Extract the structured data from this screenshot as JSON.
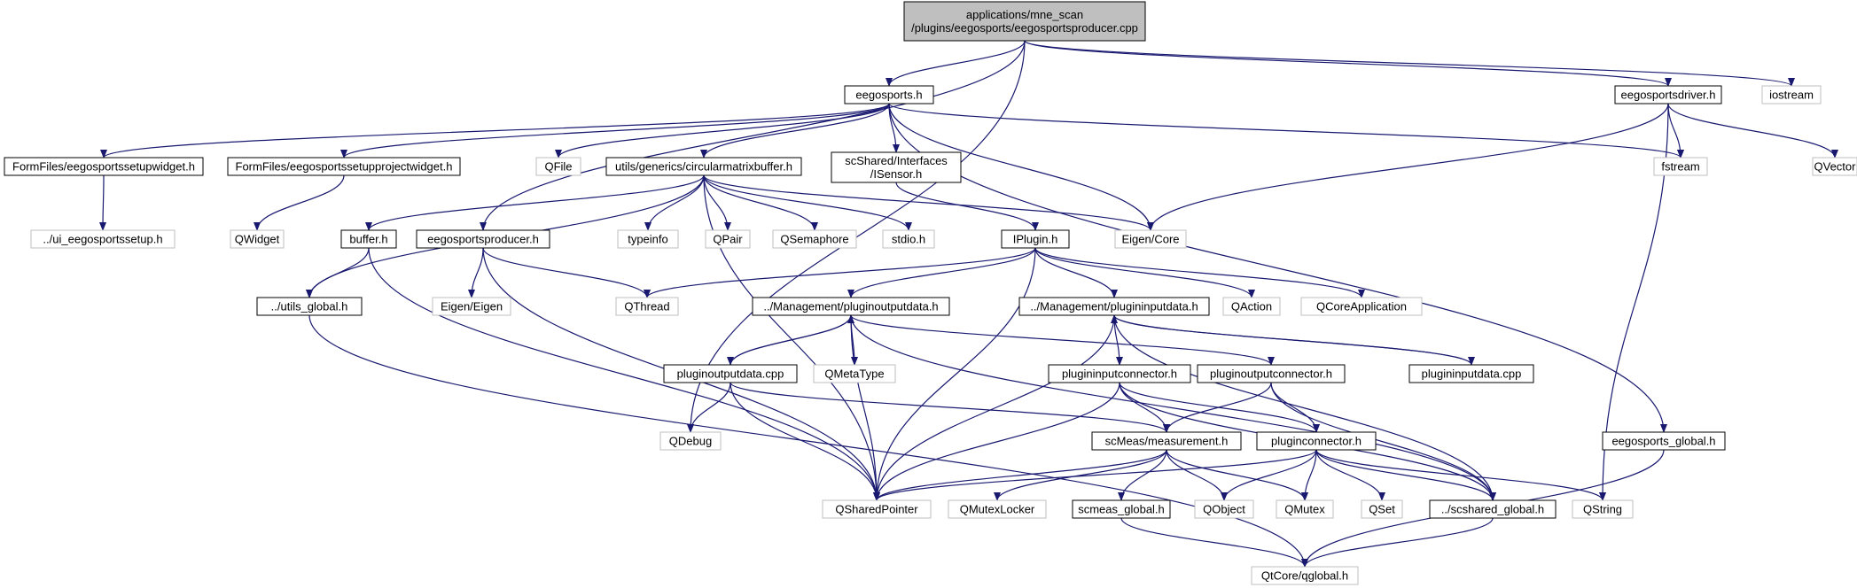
{
  "colors": {
    "edge": "#191970",
    "node_border_local": "#000000",
    "node_border_external": "#bfbfbf",
    "node_fill": "#ffffff",
    "root_fill": "#bfbfbf"
  },
  "nodes": [
    {
      "id": "root",
      "lines": [
        "applications/mne_scan",
        "/plugins/eegosports/eegosportsproducer.cpp"
      ],
      "kind": "root"
    },
    {
      "id": "eegosports_h",
      "lines": [
        "eegosports.h"
      ],
      "kind": "local"
    },
    {
      "id": "eegosportsdriver_h",
      "lines": [
        "eegosportsdriver.h"
      ],
      "kind": "local"
    },
    {
      "id": "iostream",
      "lines": [
        "iostream"
      ],
      "kind": "external"
    },
    {
      "id": "formfiles_setupwidget",
      "lines": [
        "FormFiles/eegosportssetupwidget.h"
      ],
      "kind": "local"
    },
    {
      "id": "formfiles_projectwidget",
      "lines": [
        "FormFiles/eegosportssetupprojectwidget.h"
      ],
      "kind": "local"
    },
    {
      "id": "qfile",
      "lines": [
        "QFile"
      ],
      "kind": "external"
    },
    {
      "id": "circularmatrixbuffer",
      "lines": [
        "utils/generics/circularmatrixbuffer.h"
      ],
      "kind": "local"
    },
    {
      "id": "isensor",
      "lines": [
        "scShared/Interfaces",
        "/ISensor.h"
      ],
      "kind": "local"
    },
    {
      "id": "fstream",
      "lines": [
        "fstream"
      ],
      "kind": "external"
    },
    {
      "id": "qvector",
      "lines": [
        "QVector"
      ],
      "kind": "external"
    },
    {
      "id": "ui_setup",
      "lines": [
        "../ui_eegosportssetup.h"
      ],
      "kind": "external"
    },
    {
      "id": "qwidget",
      "lines": [
        "QWidget"
      ],
      "kind": "external"
    },
    {
      "id": "buffer_h",
      "lines": [
        "buffer.h"
      ],
      "kind": "local"
    },
    {
      "id": "eegosportsproducer_h",
      "lines": [
        "eegosportsproducer.h"
      ],
      "kind": "local"
    },
    {
      "id": "typeinfo",
      "lines": [
        "typeinfo"
      ],
      "kind": "external"
    },
    {
      "id": "qpair",
      "lines": [
        "QPair"
      ],
      "kind": "external"
    },
    {
      "id": "qsemaphore",
      "lines": [
        "QSemaphore"
      ],
      "kind": "external"
    },
    {
      "id": "stdio_h",
      "lines": [
        "stdio.h"
      ],
      "kind": "external"
    },
    {
      "id": "iplugin_h",
      "lines": [
        "IPlugin.h"
      ],
      "kind": "local"
    },
    {
      "id": "eigen_core",
      "lines": [
        "Eigen/Core"
      ],
      "kind": "external"
    },
    {
      "id": "utils_global",
      "lines": [
        "../utils_global.h"
      ],
      "kind": "local"
    },
    {
      "id": "eigen_eigen",
      "lines": [
        "Eigen/Eigen"
      ],
      "kind": "external"
    },
    {
      "id": "qthread",
      "lines": [
        "QThread"
      ],
      "kind": "external"
    },
    {
      "id": "mgmt_pluginoutputdata",
      "lines": [
        "../Management/pluginoutputdata.h"
      ],
      "kind": "local"
    },
    {
      "id": "mgmt_plugininputdata",
      "lines": [
        "../Management/plugininputdata.h"
      ],
      "kind": "local"
    },
    {
      "id": "qaction",
      "lines": [
        "QAction"
      ],
      "kind": "external"
    },
    {
      "id": "qcoreapplication",
      "lines": [
        "QCoreApplication"
      ],
      "kind": "external"
    },
    {
      "id": "pluginoutputdata_cpp",
      "lines": [
        "pluginoutputdata.cpp"
      ],
      "kind": "local"
    },
    {
      "id": "qmetatype",
      "lines": [
        "QMetaType"
      ],
      "kind": "external"
    },
    {
      "id": "plugininputconnector_h",
      "lines": [
        "plugininputconnector.h"
      ],
      "kind": "local"
    },
    {
      "id": "pluginoutputconnector_h",
      "lines": [
        "pluginoutputconnector.h"
      ],
      "kind": "local"
    },
    {
      "id": "plugininputdata_cpp",
      "lines": [
        "plugininputdata.cpp"
      ],
      "kind": "local"
    },
    {
      "id": "qdebug",
      "lines": [
        "QDebug"
      ],
      "kind": "external"
    },
    {
      "id": "scmeas_measurement",
      "lines": [
        "scMeas/measurement.h"
      ],
      "kind": "local"
    },
    {
      "id": "pluginconnector_h",
      "lines": [
        "pluginconnector.h"
      ],
      "kind": "local"
    },
    {
      "id": "eegosports_global",
      "lines": [
        "eegosports_global.h"
      ],
      "kind": "local"
    },
    {
      "id": "qsharedpointer",
      "lines": [
        "QSharedPointer"
      ],
      "kind": "external"
    },
    {
      "id": "qmutexlocker",
      "lines": [
        "QMutexLocker"
      ],
      "kind": "external"
    },
    {
      "id": "scmeas_global",
      "lines": [
        "scmeas_global.h"
      ],
      "kind": "local"
    },
    {
      "id": "qobject",
      "lines": [
        "QObject"
      ],
      "kind": "external"
    },
    {
      "id": "qmutex",
      "lines": [
        "QMutex"
      ],
      "kind": "external"
    },
    {
      "id": "qset",
      "lines": [
        "QSet"
      ],
      "kind": "external"
    },
    {
      "id": "scshared_global",
      "lines": [
        "../scshared_global.h"
      ],
      "kind": "local"
    },
    {
      "id": "qstring",
      "lines": [
        "QString"
      ],
      "kind": "external"
    },
    {
      "id": "qtcore_qglobal",
      "lines": [
        "QtCore/qglobal.h"
      ],
      "kind": "external"
    }
  ],
  "edges": [
    [
      "root",
      "eegosports_h"
    ],
    [
      "root",
      "eegosportsdriver_h"
    ],
    [
      "root",
      "iostream"
    ],
    [
      "root",
      "eegosportsproducer_h"
    ],
    [
      "root",
      "qdebug"
    ],
    [
      "eegosports_h",
      "formfiles_setupwidget"
    ],
    [
      "eegosports_h",
      "formfiles_projectwidget"
    ],
    [
      "eegosports_h",
      "qfile"
    ],
    [
      "eegosports_h",
      "circularmatrixbuffer"
    ],
    [
      "eegosports_h",
      "isensor"
    ],
    [
      "eegosports_h",
      "fstream"
    ],
    [
      "eegosports_h",
      "eigen_core"
    ],
    [
      "eegosports_h",
      "eegosports_global"
    ],
    [
      "eegosportsdriver_h",
      "fstream"
    ],
    [
      "eegosportsdriver_h",
      "qvector"
    ],
    [
      "eegosportsdriver_h",
      "eigen_core"
    ],
    [
      "eegosportsdriver_h",
      "qstring"
    ],
    [
      "formfiles_setupwidget",
      "ui_setup"
    ],
    [
      "formfiles_projectwidget",
      "qwidget"
    ],
    [
      "circularmatrixbuffer",
      "buffer_h"
    ],
    [
      "circularmatrixbuffer",
      "utils_global"
    ],
    [
      "circularmatrixbuffer",
      "typeinfo"
    ],
    [
      "circularmatrixbuffer",
      "qpair"
    ],
    [
      "circularmatrixbuffer",
      "qsemaphore"
    ],
    [
      "circularmatrixbuffer",
      "stdio_h"
    ],
    [
      "circularmatrixbuffer",
      "eigen_core"
    ],
    [
      "circularmatrixbuffer",
      "qsharedpointer"
    ],
    [
      "isensor",
      "iplugin_h"
    ],
    [
      "buffer_h",
      "utils_global"
    ],
    [
      "buffer_h",
      "qsharedpointer"
    ],
    [
      "eegosportsproducer_h",
      "eigen_eigen"
    ],
    [
      "eegosportsproducer_h",
      "qthread"
    ],
    [
      "eegosportsproducer_h",
      "qsharedpointer"
    ],
    [
      "utils_global",
      "qtcore_qglobal"
    ],
    [
      "iplugin_h",
      "qthread"
    ],
    [
      "iplugin_h",
      "mgmt_pluginoutputdata"
    ],
    [
      "iplugin_h",
      "mgmt_plugininputdata"
    ],
    [
      "iplugin_h",
      "qaction"
    ],
    [
      "iplugin_h",
      "qcoreapplication"
    ],
    [
      "iplugin_h",
      "qsharedpointer"
    ],
    [
      "mgmt_pluginoutputdata",
      "pluginoutputdata_cpp"
    ],
    [
      "mgmt_pluginoutputdata",
      "qmetatype"
    ],
    [
      "mgmt_pluginoutputdata",
      "pluginoutputconnector_h"
    ],
    [
      "mgmt_pluginoutputdata",
      "scshared_global"
    ],
    [
      "mgmt_pluginoutputdata",
      "qsharedpointer"
    ],
    [
      "pluginoutputdata_cpp",
      "mgmt_pluginoutputdata"
    ],
    [
      "pluginoutputdata_cpp",
      "qdebug"
    ],
    [
      "pluginoutputdata_cpp",
      "scmeas_measurement"
    ],
    [
      "pluginoutputdata_cpp",
      "qsharedpointer"
    ],
    [
      "mgmt_plugininputdata",
      "plugininputconnector_h"
    ],
    [
      "mgmt_plugininputdata",
      "plugininputdata_cpp"
    ],
    [
      "mgmt_plugininputdata",
      "scshared_global"
    ],
    [
      "mgmt_plugininputdata",
      "qsharedpointer"
    ],
    [
      "plugininputdata_cpp",
      "mgmt_plugininputdata"
    ],
    [
      "plugininputconnector_h",
      "scmeas_measurement"
    ],
    [
      "plugininputconnector_h",
      "pluginconnector_h"
    ],
    [
      "plugininputconnector_h",
      "scshared_global"
    ],
    [
      "plugininputconnector_h",
      "qsharedpointer"
    ],
    [
      "pluginoutputconnector_h",
      "scmeas_measurement"
    ],
    [
      "pluginoutputconnector_h",
      "pluginconnector_h"
    ],
    [
      "pluginoutputconnector_h",
      "scshared_global"
    ],
    [
      "scmeas_measurement",
      "qsharedpointer"
    ],
    [
      "scmeas_measurement",
      "qmutexlocker"
    ],
    [
      "scmeas_measurement",
      "scmeas_global"
    ],
    [
      "scmeas_measurement",
      "qobject"
    ],
    [
      "scmeas_measurement",
      "qmutex"
    ],
    [
      "pluginconnector_h",
      "qsharedpointer"
    ],
    [
      "pluginconnector_h",
      "qobject"
    ],
    [
      "pluginconnector_h",
      "qmutex"
    ],
    [
      "pluginconnector_h",
      "qset"
    ],
    [
      "pluginconnector_h",
      "scshared_global"
    ],
    [
      "pluginconnector_h",
      "qstring"
    ],
    [
      "scmeas_global",
      "qtcore_qglobal"
    ],
    [
      "scshared_global",
      "qtcore_qglobal"
    ],
    [
      "eegosports_global",
      "qtcore_qglobal"
    ]
  ]
}
